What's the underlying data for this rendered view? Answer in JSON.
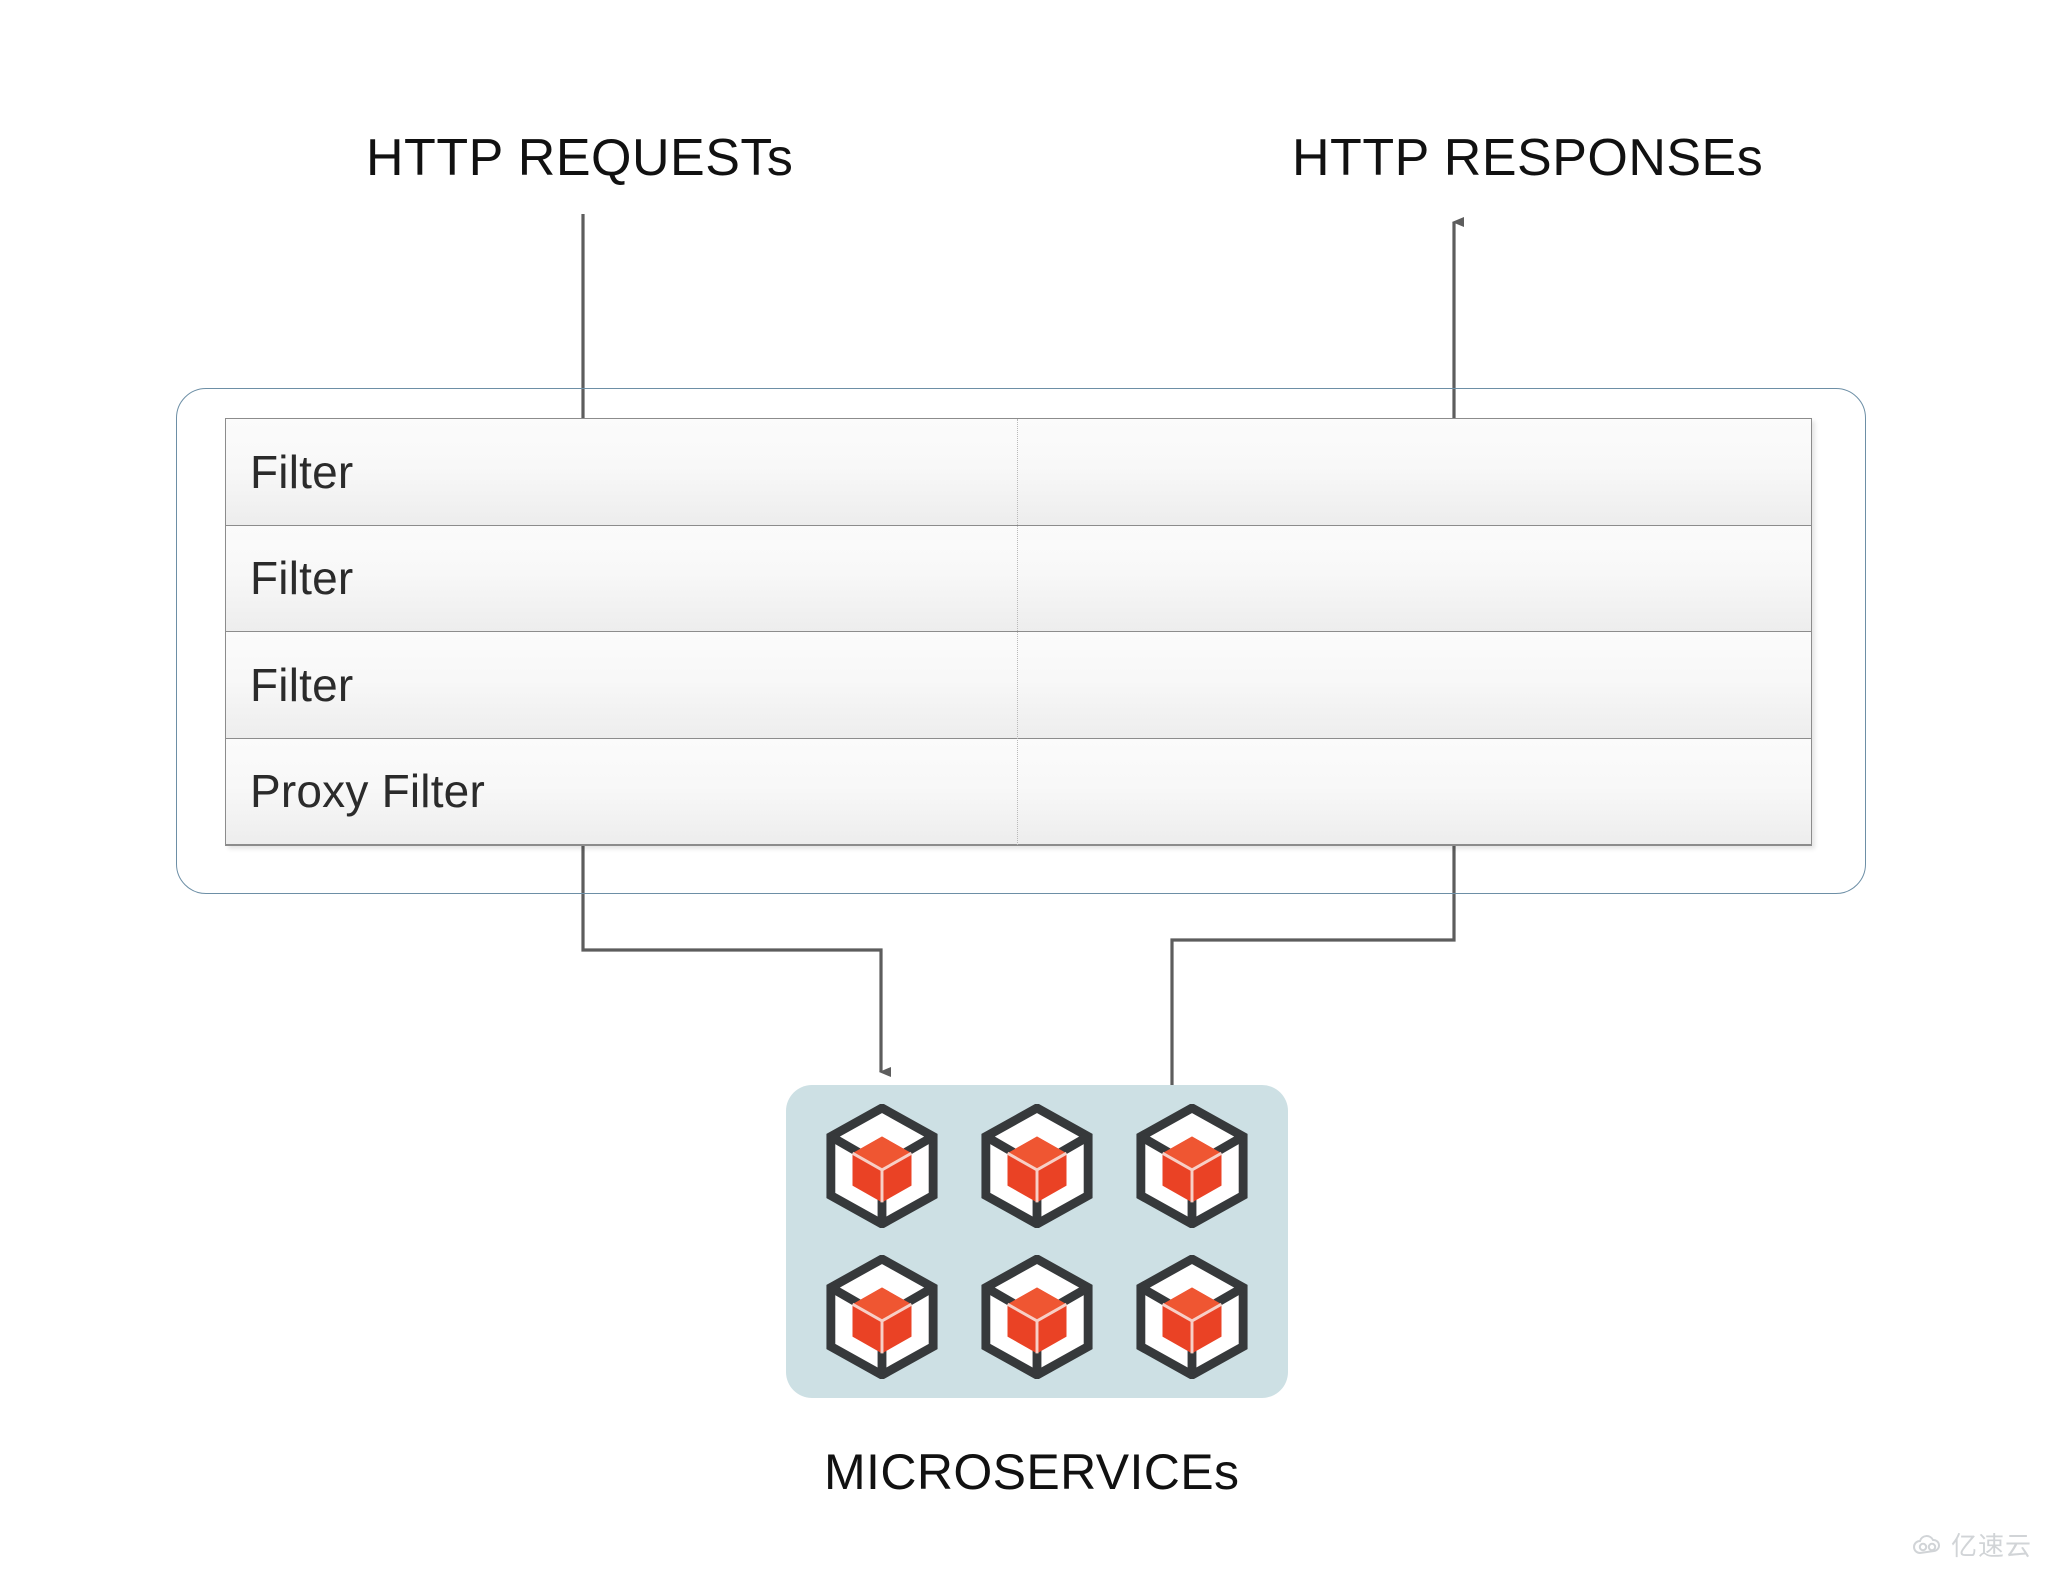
{
  "diagram": {
    "title_left": "HTTP REQUESTs",
    "title_right": "HTTP RESPONSEs",
    "microservices_label": "MICROSERVICEs",
    "filters": [
      {
        "label": "Filter"
      },
      {
        "label": "Filter"
      },
      {
        "label": "Filter"
      },
      {
        "label": "Proxy Filter"
      }
    ],
    "microservice_nodes": [
      {
        "name": "microservice-1"
      },
      {
        "name": "microservice-2"
      },
      {
        "name": "microservice-3"
      },
      {
        "name": "microservice-4"
      },
      {
        "name": "microservice-5"
      },
      {
        "name": "microservice-6"
      }
    ],
    "flows": [
      {
        "name": "request-flow",
        "from": "HTTP REQUESTs",
        "to": "MICROSERVICEs",
        "direction": "down",
        "arrowhead": "end"
      },
      {
        "name": "response-flow",
        "from": "MICROSERVICEs",
        "to": "HTTP RESPONSEs",
        "direction": "up",
        "arrowhead": "end"
      }
    ],
    "colors": {
      "gateway_border": "#6d8fa6",
      "table_border": "#8c8c8c",
      "table_fill": "#f7f7f7",
      "divider_dotted": "#b9b9b9",
      "microservices_box": "#cde0e4",
      "cube_outline": "#36393b",
      "cube_accent": "#ea4225",
      "cube_accent_top": "#ef5632",
      "connector": "#5d5d5d",
      "text": "#111111"
    },
    "watermark": {
      "text": "亿速云",
      "icon": "cloud-icon"
    }
  }
}
